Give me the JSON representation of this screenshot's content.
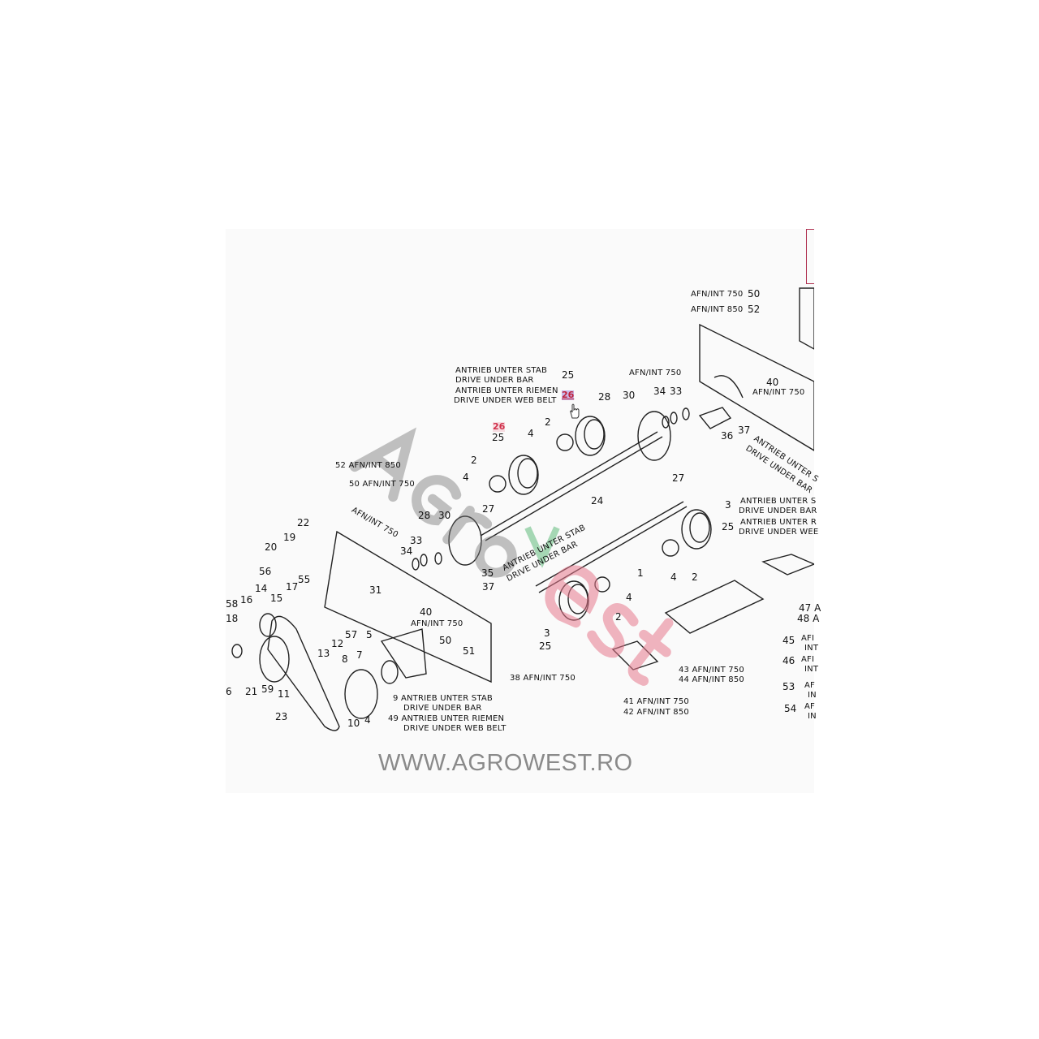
{
  "watermark": {
    "brand": "Agrowest",
    "site": "WWW.AGROWEST.RO"
  },
  "labels": [
    "AFN/INT 750",
    "50",
    "AFN/INT 850",
    "52",
    "40",
    "AFN/INT 750",
    "36",
    "37",
    "ANTRIEB UNTER S",
    "DRIVE UNDER BAR",
    "ANTRIEB UNTER STAB",
    "DRIVE UNDER BAR",
    "ANTRIEB UNTER RIEMEN",
    "DRIVE UNDER WEB BELT",
    "25",
    "26",
    "28",
    "30",
    "AFN/INT 750",
    "34",
    "33",
    "26",
    "25",
    "2",
    "4",
    "2",
    "4",
    "27",
    "24",
    "27",
    "52 AFN/INT 850",
    "50 AFN/INT 750",
    "AFN/INT 750",
    "22",
    "19",
    "20",
    "28",
    "30",
    "33",
    "34",
    "56",
    "55",
    "17",
    "15",
    "14",
    "16",
    "58",
    "18",
    "31",
    "40",
    "AFN/INT 750",
    "57",
    "5",
    "12",
    "13",
    "35",
    "37",
    "ANTRIEB UNTER STAB",
    "DRIVE UNDER BAR",
    "3",
    "25",
    "ANTRIEB UNTER S",
    "DRIVE UNDER BAR",
    "ANTRIEB UNTER R",
    "DRIVE UNDER WEE",
    "1",
    "4",
    "2",
    "4",
    "2",
    "3",
    "25",
    "47 A",
    "48 A",
    "45",
    "AFI",
    "INT",
    "46",
    "AFI",
    "INT",
    "53",
    "AF",
    "IN",
    "54",
    "AF",
    "IN",
    "43 AFN/INT 750",
    "44 AFN/INT 850",
    "41 AFN/INT 750",
    "42 AFN/INT 850",
    "50",
    "51",
    "7",
    "8",
    "38 AFN/INT 750",
    "9 ANTRIEB UNTER STAB",
    "DRIVE UNDER BAR",
    "49 ANTRIEB UNTER RIEMEN",
    "DRIVE UNDER WEB BELT",
    "6",
    "21",
    "59",
    "11",
    "23",
    "10",
    "4"
  ],
  "highlighted_part": "26"
}
